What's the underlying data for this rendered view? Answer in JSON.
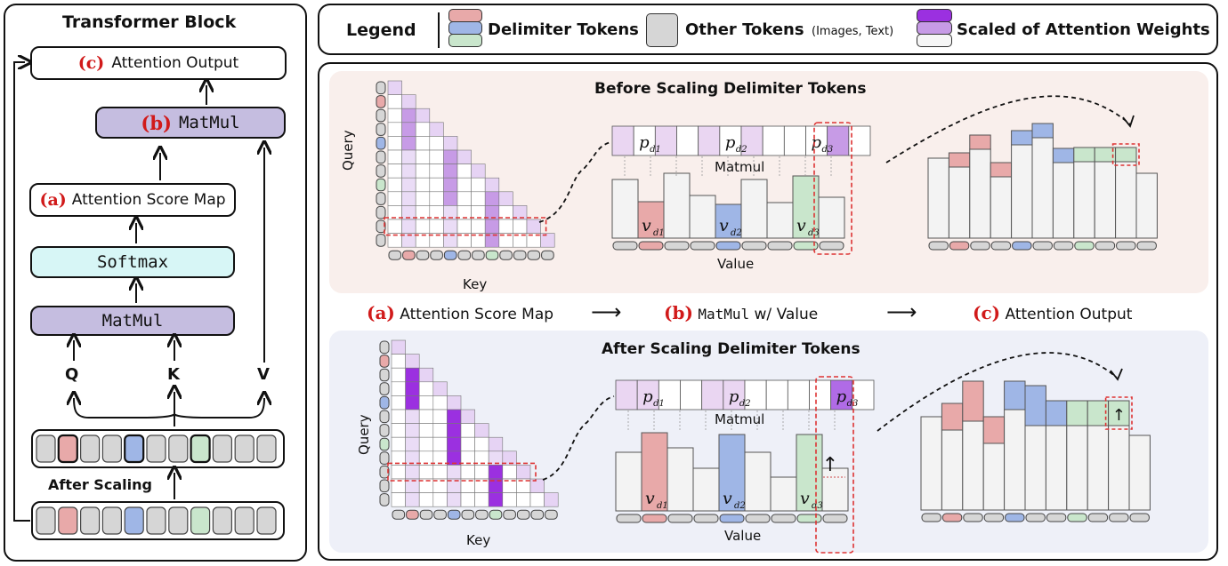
{
  "left_panel": {
    "title": "Transformer Block",
    "attention_output": {
      "tag": "(c)",
      "text": "Attention Output"
    },
    "matmul_b": {
      "tag": "(b)",
      "text": "MatMul"
    },
    "score_map": {
      "tag": "(a)",
      "text": "Attention Score Map"
    },
    "softmax": "Softmax",
    "matmul": "MatMul",
    "q": "Q",
    "k": "K",
    "v": "V",
    "after_scaling": "After Scaling"
  },
  "legend": {
    "title": "Legend",
    "delimiter": "Delimiter Tokens",
    "other": "Other Tokens",
    "other_note": "(Images, Text)",
    "scaled": "Scaled of Attention Weights"
  },
  "before": {
    "title": "Before Scaling Delimiter Tokens",
    "query": "Query",
    "key": "Key",
    "matmul": "Matmul",
    "value": "Value",
    "p1": "p",
    "p2": "p",
    "p3": "p",
    "s1": "d1",
    "s2": "d2",
    "s3": "d3",
    "v1": "v",
    "v2": "v",
    "v3": "v"
  },
  "middle": {
    "a_tag": "(a)",
    "a_text": "Attention Score Map",
    "b_tag": "(b)",
    "b_mono": "MatMul",
    "b_text": "w/ Value",
    "c_tag": "(c)",
    "c_text": "Attention Output",
    "arrow": "⟶"
  },
  "after": {
    "title": "After Scaling Delimiter Tokens",
    "query": "Query",
    "key": "Key",
    "matmul": "Matmul",
    "value": "Value",
    "up": "↑"
  },
  "colors": {
    "red_tok": "#e8a9a9",
    "blue_tok": "#9fb6e6",
    "green_tok": "#c9e6cc",
    "other_tok": "#d6d6d6",
    "purple_dark": "#9b30e0",
    "purple_mid": "#c79be6",
    "purple_light": "#eadcf6",
    "accent_red": "#d11a1a"
  }
}
